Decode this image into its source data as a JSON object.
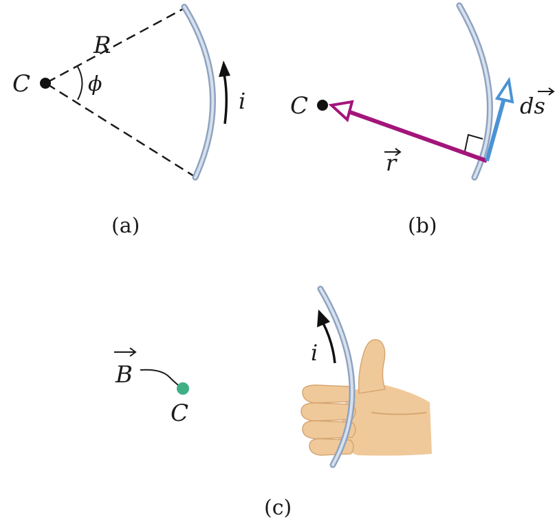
{
  "panel_a": {
    "center_label": "C",
    "radius_label": "R",
    "angle_label": "ϕ",
    "current_label": "i",
    "caption": "(a)"
  },
  "panel_b": {
    "center_label": "C",
    "r_vector_label": "r",
    "ds_vector_label": "ds",
    "caption": "(b)"
  },
  "panel_c": {
    "b_field_label": "B",
    "center_label": "C",
    "current_label": "i",
    "caption": "(c)"
  },
  "colors": {
    "wire_fill": "#c9d5e6",
    "wire_edge": "#8fa3c0",
    "r_vector": "#a3157a",
    "ds_vector": "#4a93d4",
    "center_dot_c": "#3fae85",
    "skin": "#f0c99a",
    "skin_shadow": "#d6a673",
    "ink": "#1a1a1a"
  }
}
